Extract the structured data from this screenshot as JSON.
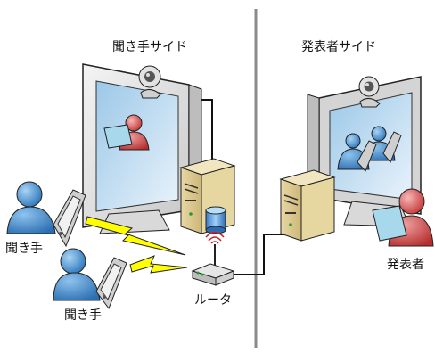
{
  "sides": {
    "listener_side": "聞き手サイド",
    "presenter_side": "発表者サイド"
  },
  "labels": {
    "listener_1": "聞き手",
    "listener_2": "聞き手",
    "router": "ルータ",
    "presenter": "発表者"
  }
}
